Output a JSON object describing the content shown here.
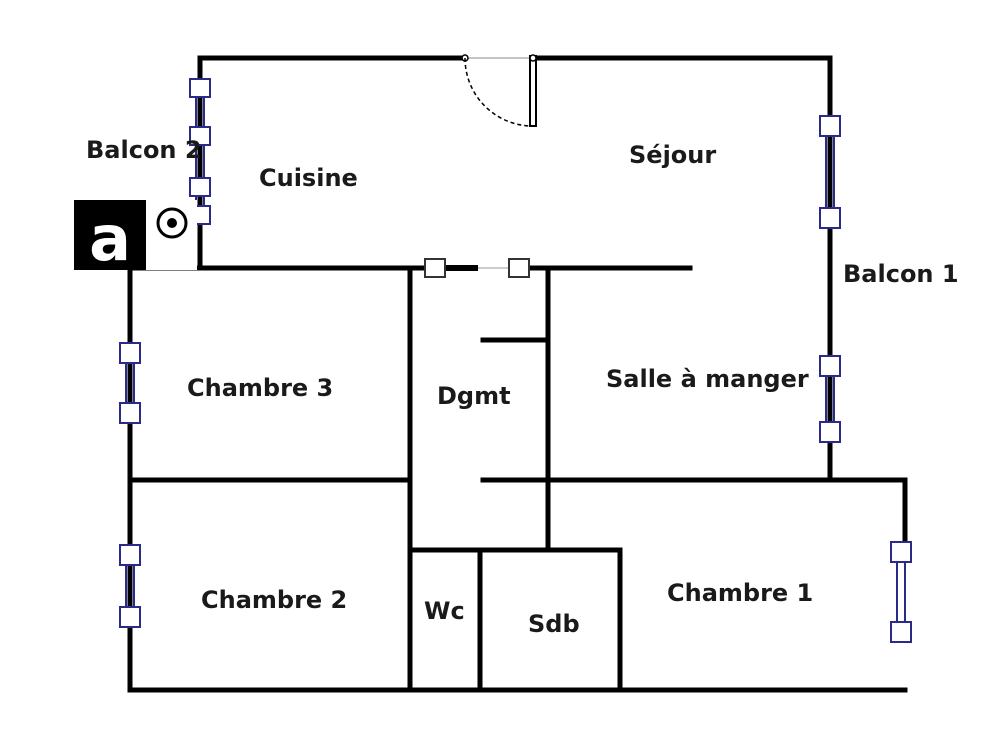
{
  "rooms": {
    "balcon2": "Balcon 2",
    "cuisine": "Cuisine",
    "sejour": "Séjour",
    "balcon1": "Balcon 1",
    "chambre3": "Chambre 3",
    "dgmt": "Dgmt",
    "salle_a_manger": "Salle à manger",
    "chambre2": "Chambre 2",
    "wc": "Wc",
    "sdb": "Sdb",
    "chambre1": "Chambre 1"
  },
  "logo": {
    "letter": "a",
    "icon": "eye-circle-icon"
  },
  "colors": {
    "wall": "#000000",
    "window": "#2a2a8a",
    "background": "#ffffff"
  }
}
